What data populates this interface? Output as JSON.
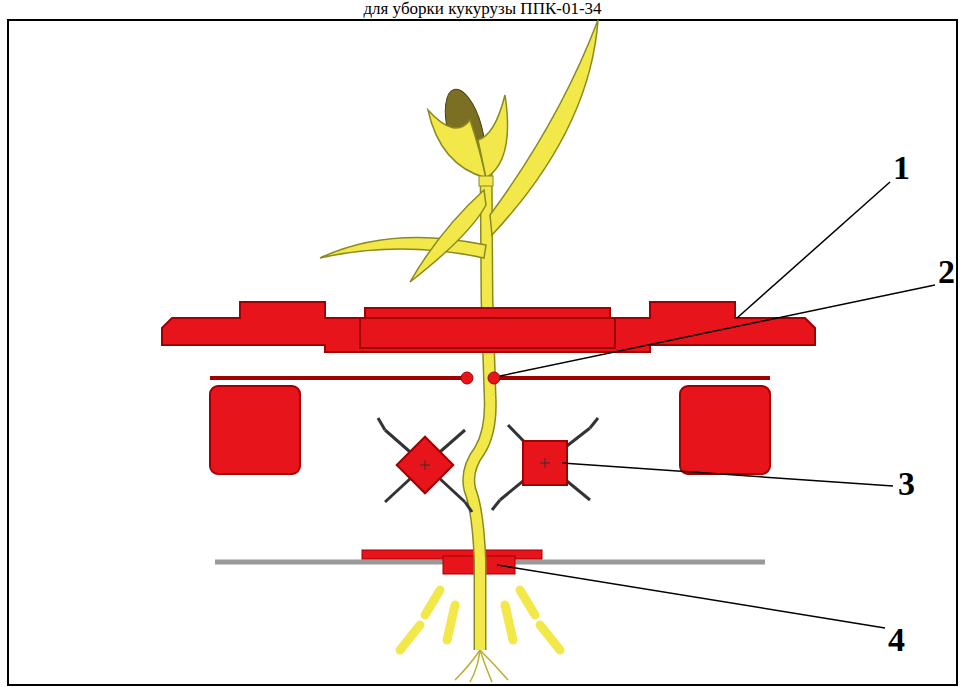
{
  "diagram": {
    "title": "для уборки кукурузы ППК-01-34",
    "labels": [
      "1",
      "2",
      "3",
      "4"
    ]
  }
}
